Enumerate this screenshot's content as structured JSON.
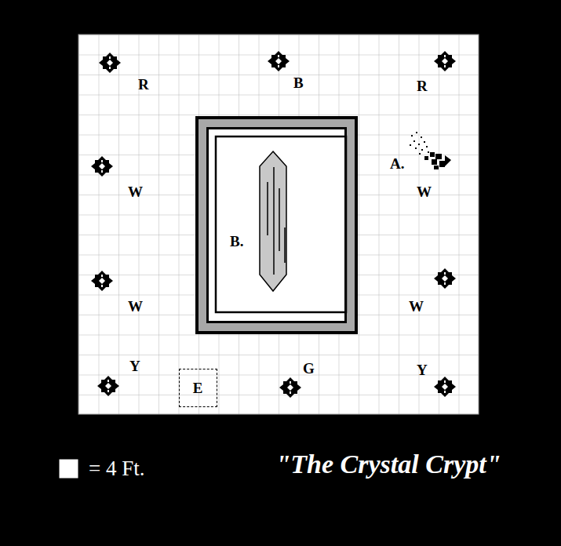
{
  "diagram": {
    "title": "\"The Crystal Crypt\"",
    "nodes": [
      {
        "text": [
          "B."
        ]
      },
      {
        "text": [
          "E"
        ]
      }
    ],
    "edges": [],
    "labels": [
      "R",
      "B",
      "R",
      "A.",
      "W",
      "W",
      "W",
      "W",
      "Y",
      "G",
      "Y"
    ],
    "legend": [
      {
        "text": "= 4 Ft.",
        "color": "#ffffff"
      }
    ]
  }
}
